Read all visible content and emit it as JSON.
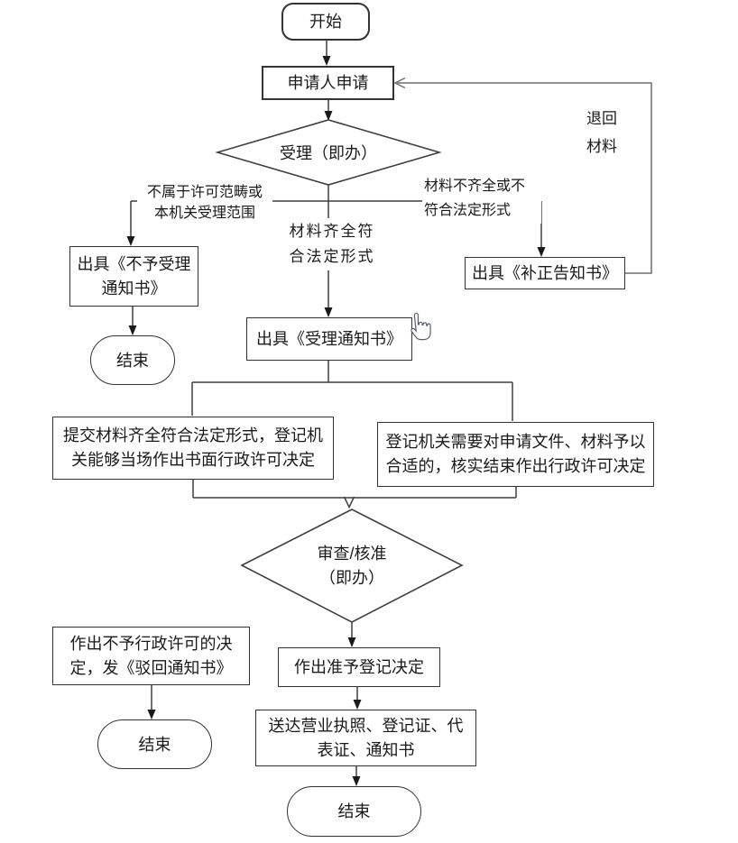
{
  "palette": {
    "background": "#ffffff",
    "line": "#3f3f3f",
    "feedback_line": "#6f6f6f",
    "border": "#333333",
    "text": "#1a1a1a"
  },
  "nodes": {
    "start": {
      "label": "开始"
    },
    "apply": {
      "label": "申请人申请"
    },
    "accept_decision": {
      "label": "受理（即办）"
    },
    "not_accept_notice": {
      "label": "出具《不予受理\n通知书》"
    },
    "end_not_accept": {
      "label": "结束"
    },
    "accept_notice": {
      "label": "出具《受理通知书》"
    },
    "onsite_decision": {
      "label": "提交材料齐全符合法定形式，登记机\n关能够当场作出书面行政许可决定"
    },
    "verify_decision": {
      "label": "登记机关需要对申请文件、材料予以\n合适的，核实结束作出行政许可决定"
    },
    "review_decision": {
      "label": "审查/核准\n（即办）"
    },
    "correction_notice": {
      "label": "出具《补正告知书》"
    },
    "deny_decision": {
      "label": "作出不予行政许可的决\n定，发《驳回通知书》"
    },
    "end_deny": {
      "label": "结束"
    },
    "approve_registration": {
      "label": "作出准予登记决定"
    },
    "deliver_documents": {
      "label": "送达营业执照、登记证、代\n表证、通知书"
    },
    "end_final": {
      "label": "结束"
    }
  },
  "edge_labels": {
    "not_in_scope": "不属于许可范畴或\n本机关受理范围",
    "materials_complete": "材料齐全符\n合法定形式",
    "materials_incomplete": "材料不齐全或不\n符合法定形式",
    "return_materials": "退回\n材料"
  },
  "cursor": {
    "type": "hand-pointer"
  }
}
